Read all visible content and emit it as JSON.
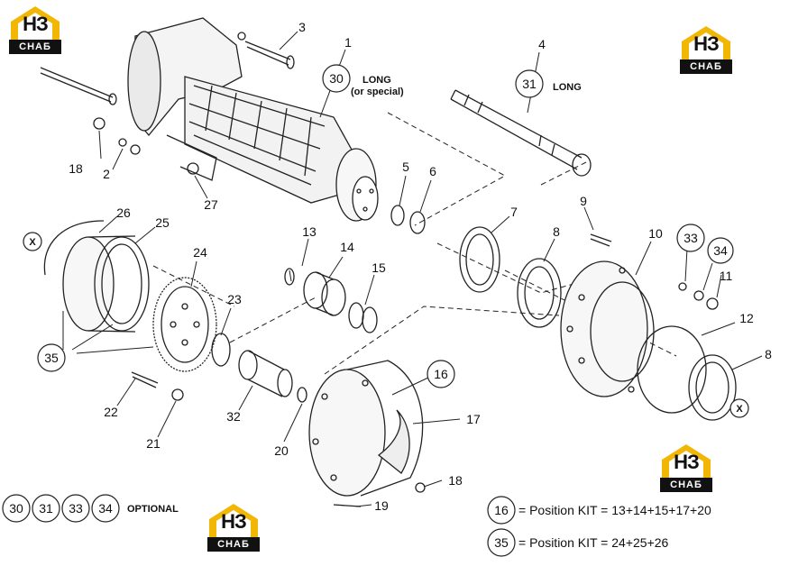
{
  "logos": [
    {
      "brand": "НЗ",
      "sub": "СНАБ"
    },
    {
      "brand": "НЗ",
      "sub": "СНАБ"
    },
    {
      "brand": "НЗ",
      "sub": "СНАБ"
    },
    {
      "brand": "НЗ",
      "sub": "СНАБ"
    }
  ],
  "callouts": {
    "c1": "1",
    "c2": "2",
    "c3": "3",
    "c4": "4",
    "c5": "5",
    "c6": "6",
    "c7": "7",
    "c8a": "8",
    "c8b": "8",
    "c9": "9",
    "c10": "10",
    "c11": "11",
    "c12": "12",
    "c13": "13",
    "c14": "14",
    "c15": "15",
    "c17": "17",
    "c18a": "18",
    "c18b": "18",
    "c19": "19",
    "c20": "20",
    "c21": "21",
    "c22": "22",
    "c23": "23",
    "c24": "24",
    "c25": "25",
    "c26": "26",
    "c27": "27",
    "c32": "32"
  },
  "circled": {
    "p30": "30",
    "p31": "31",
    "p33": "33",
    "p34": "34",
    "p16": "16",
    "p35": "35",
    "o30": "30",
    "o31": "31",
    "o33": "33",
    "o34": "34",
    "k16": "16",
    "k35": "35"
  },
  "notes": {
    "long1": "LONG",
    "long1_sub": "(or special)",
    "long2": "LONG",
    "optional": "OPTIONAL",
    "x": "X"
  },
  "kits": {
    "kit16": "= Position KIT = 13+14+15+17+20",
    "kit35": "= Position KIT = 24+25+26"
  },
  "colors": {
    "logo_yellow": "#f2b705",
    "ink": "#111111"
  }
}
